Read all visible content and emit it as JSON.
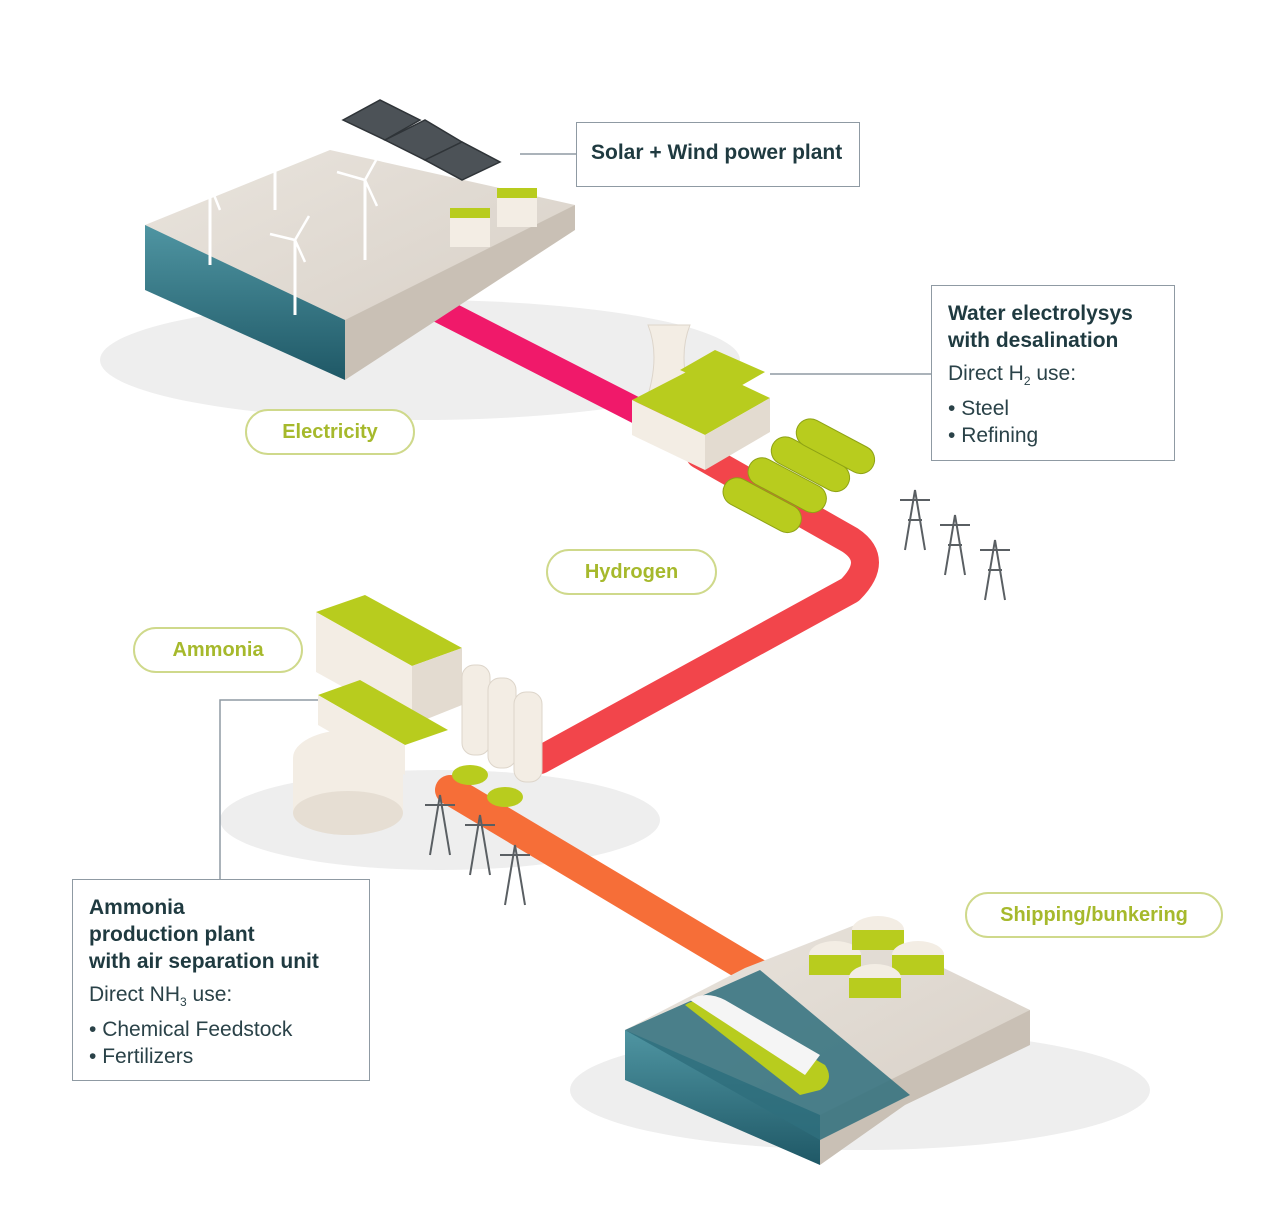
{
  "callouts": {
    "power_plant": {
      "title": "Solar + Wind power plant"
    },
    "electrolysis": {
      "title": "Water electrolysys\nwith desalination",
      "direct_use_prefix": "Direct H",
      "direct_use_subscript": "2",
      "direct_use_suffix": " use:",
      "uses": [
        "Steel",
        "Refining"
      ]
    },
    "ammonia_plant": {
      "title": "Ammonia\nproduction plant\nwith air separation unit",
      "direct_use_prefix": "Direct NH",
      "direct_use_subscript": "3",
      "direct_use_suffix": " use:",
      "uses": [
        "Chemical Feedstock",
        "Fertilizers"
      ]
    }
  },
  "flow_labels": {
    "electricity": "Electricity",
    "hydrogen": "Hydrogen",
    "ammonia": "Ammonia",
    "shipping": "Shipping/bunkering"
  },
  "colors": {
    "electricity_pipe": "#f0196a",
    "hydrogen_pipe": "#f2454b",
    "ammonia_pipe": "#f56a3a",
    "accent_green": "#b8cc1e",
    "label_text": "#a6b92c",
    "water": "#2c6a78",
    "platform": "#ddd6cc"
  }
}
